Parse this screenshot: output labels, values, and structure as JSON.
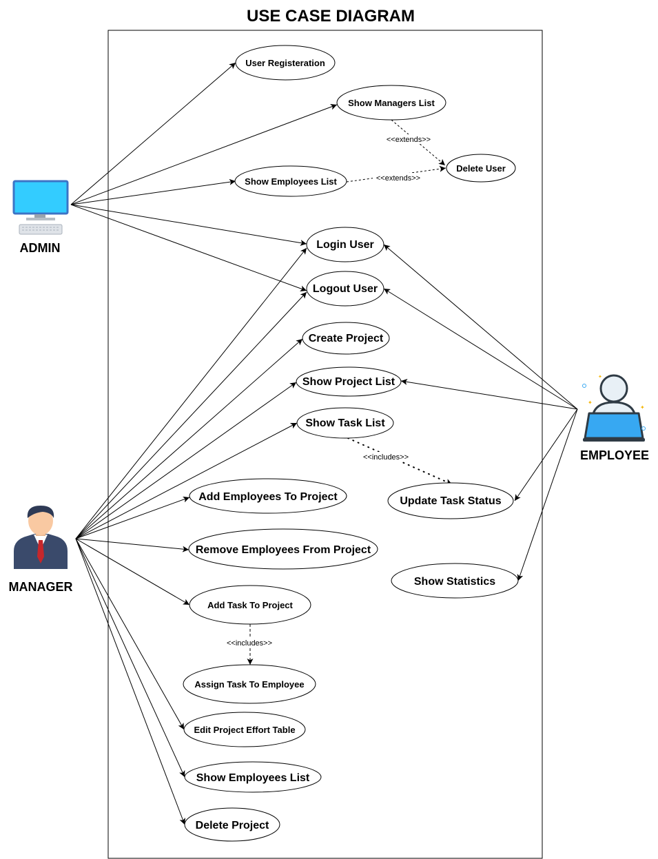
{
  "title": "USE CASE DIAGRAM",
  "actors": {
    "admin": {
      "label": "ADMIN",
      "icon": "computer-monitor-icon"
    },
    "manager": {
      "label": "MANAGER",
      "icon": "businessman-icon"
    },
    "employee": {
      "label": "EMPLOYEE",
      "icon": "laptop-user-icon"
    }
  },
  "use_cases": {
    "user_registeration": "User Registeration",
    "show_managers_list": "Show Managers List",
    "delete_user": "Delete User",
    "show_employees_list_admin": "Show Employees List",
    "login_user": "Login User",
    "logout_user": "Logout User",
    "create_project": "Create Project",
    "show_project_list": "Show Project List",
    "show_task_list": "Show Task List",
    "update_task_status": "Update Task Status",
    "add_employees_to_project": "Add Employees To Project",
    "remove_employees_from_project": "Remove Employees From Project",
    "show_statistics": "Show Statistics",
    "add_task_to_project": "Add Task To Project",
    "assign_task_to_employee": "Assign Task To Employee",
    "edit_project_effort_table": "Edit Project Effort Table",
    "show_employees_list_manager": "Show Employees List",
    "delete_project": "Delete Project"
  },
  "relations": {
    "extends_1": "<<extends>>",
    "extends_2": "<<extends>>",
    "includes_1": "<<includes>>",
    "includes_2": "<<includes>>"
  },
  "colors": {
    "monitor_screen": "#33ccff",
    "monitor_frame": "#3c74c6",
    "keyboard": "#dfe3e8",
    "manager_skin": "#f9c9a2",
    "manager_suit": "#3a4a6b",
    "manager_tie": "#c6272b",
    "manager_hair": "#2e3a55",
    "employee_laptop": "#37a8f2",
    "employee_body": "#e8f0f6"
  }
}
